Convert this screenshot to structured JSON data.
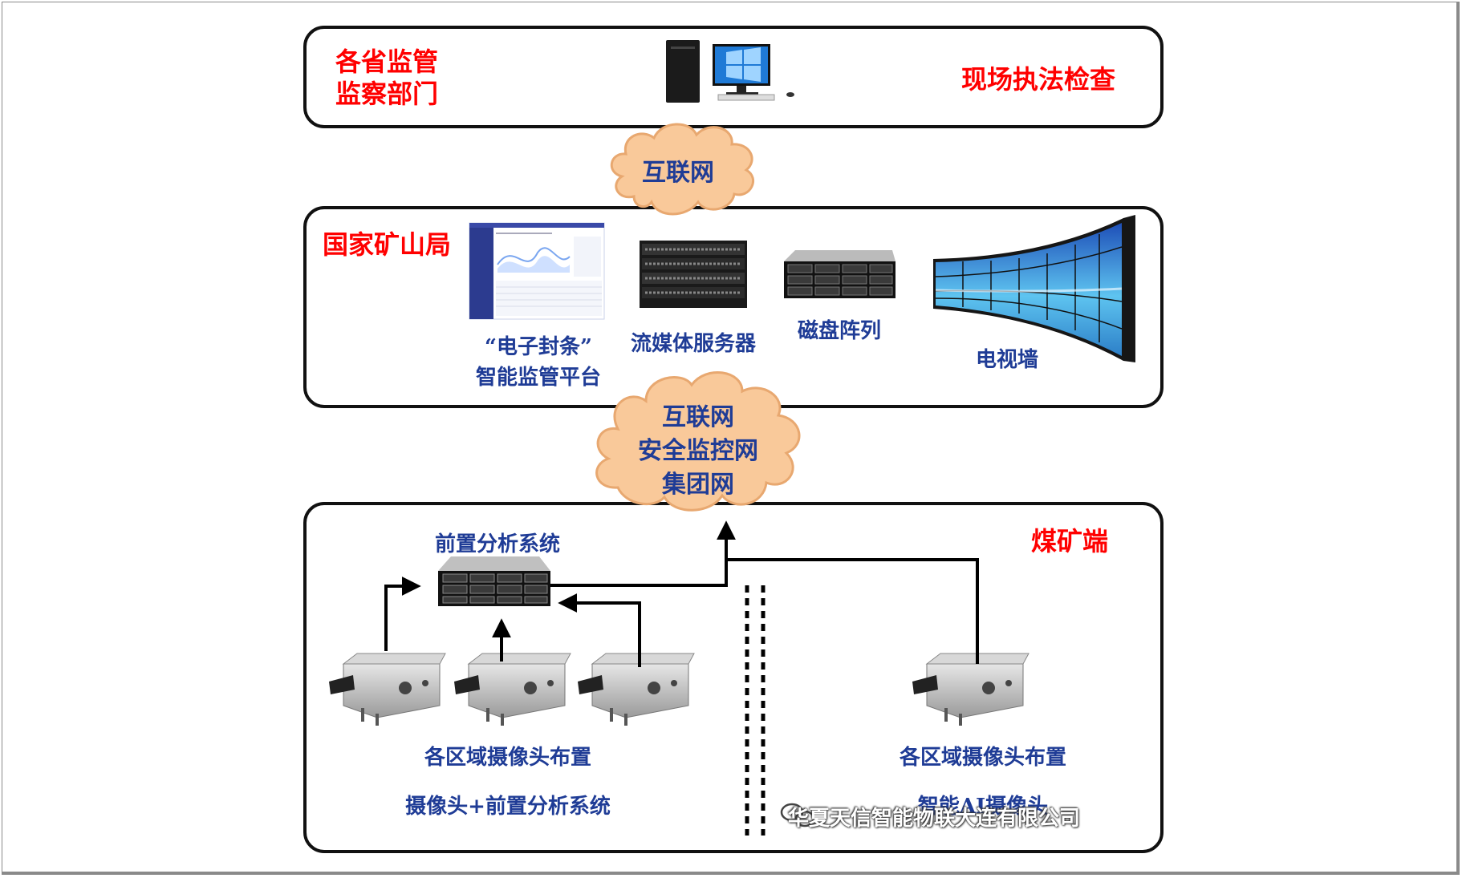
{
  "top_panel": {
    "title_line1": "各省监管",
    "title_line2": "监察部门",
    "right_label": "现场执法检查",
    "device_icon": "desktop-computer-icon"
  },
  "cloud_top": {
    "label": "互联网"
  },
  "middle_panel": {
    "title": "国家矿山局",
    "items": [
      {
        "line1": "“电子封条”",
        "line2": "智能监管平台",
        "icon": "dashboard-screen-icon"
      },
      {
        "line1": "流媒体服务器",
        "icon": "network-switch-icon"
      },
      {
        "line1": "磁盘阵列",
        "icon": "disk-array-icon"
      },
      {
        "line1": "电视墙",
        "icon": "video-wall-icon"
      }
    ]
  },
  "cloud_mid": {
    "line1": "互联网",
    "line2": "安全监控网",
    "line3": "集团网"
  },
  "bottom_panel": {
    "title": "煤矿端",
    "analysis_system": "前置分析系统",
    "left_caption": "各区域摄像头布置",
    "left_subcaption": "摄像头+前置分析系统",
    "right_caption": "各区域摄像头布置",
    "right_subcaption": "智能AI摄像头",
    "camera_icon": "explosion-proof-camera-icon"
  },
  "watermark": "华夏天信智能物联大连有限公司",
  "colors": {
    "accent_red": "#ff0000",
    "label_blue": "#1f3c96",
    "cloud_fill": "#f9c99a",
    "cloud_stroke": "#e8a870"
  }
}
